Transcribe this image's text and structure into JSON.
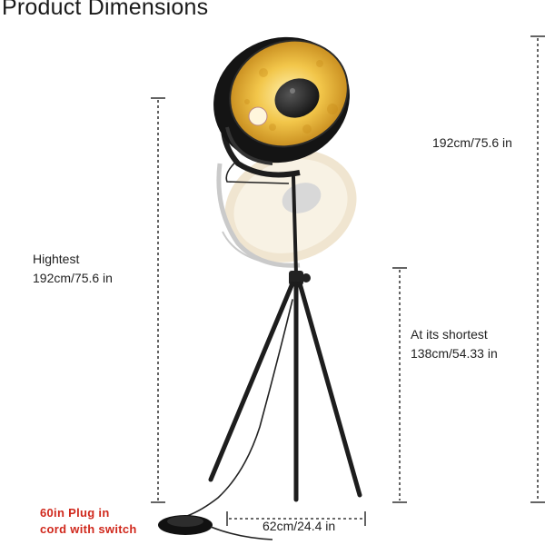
{
  "title": "Product Dimensions",
  "labels": {
    "total_height": "192cm/75.6 in",
    "highest_title": "Hightest",
    "highest_value": "192cm/75.6 in",
    "shortest_title": "At its shortest",
    "shortest_value": "138cm/54.33 in",
    "base_width": "62cm/24.4 in",
    "cord_line1": "60in Plug in",
    "cord_line2": "cord with switch"
  },
  "colors": {
    "text": "#222222",
    "accent_red": "#d0281c",
    "shade_gold": "#e2a21d",
    "metal": "#1d1d1d"
  }
}
